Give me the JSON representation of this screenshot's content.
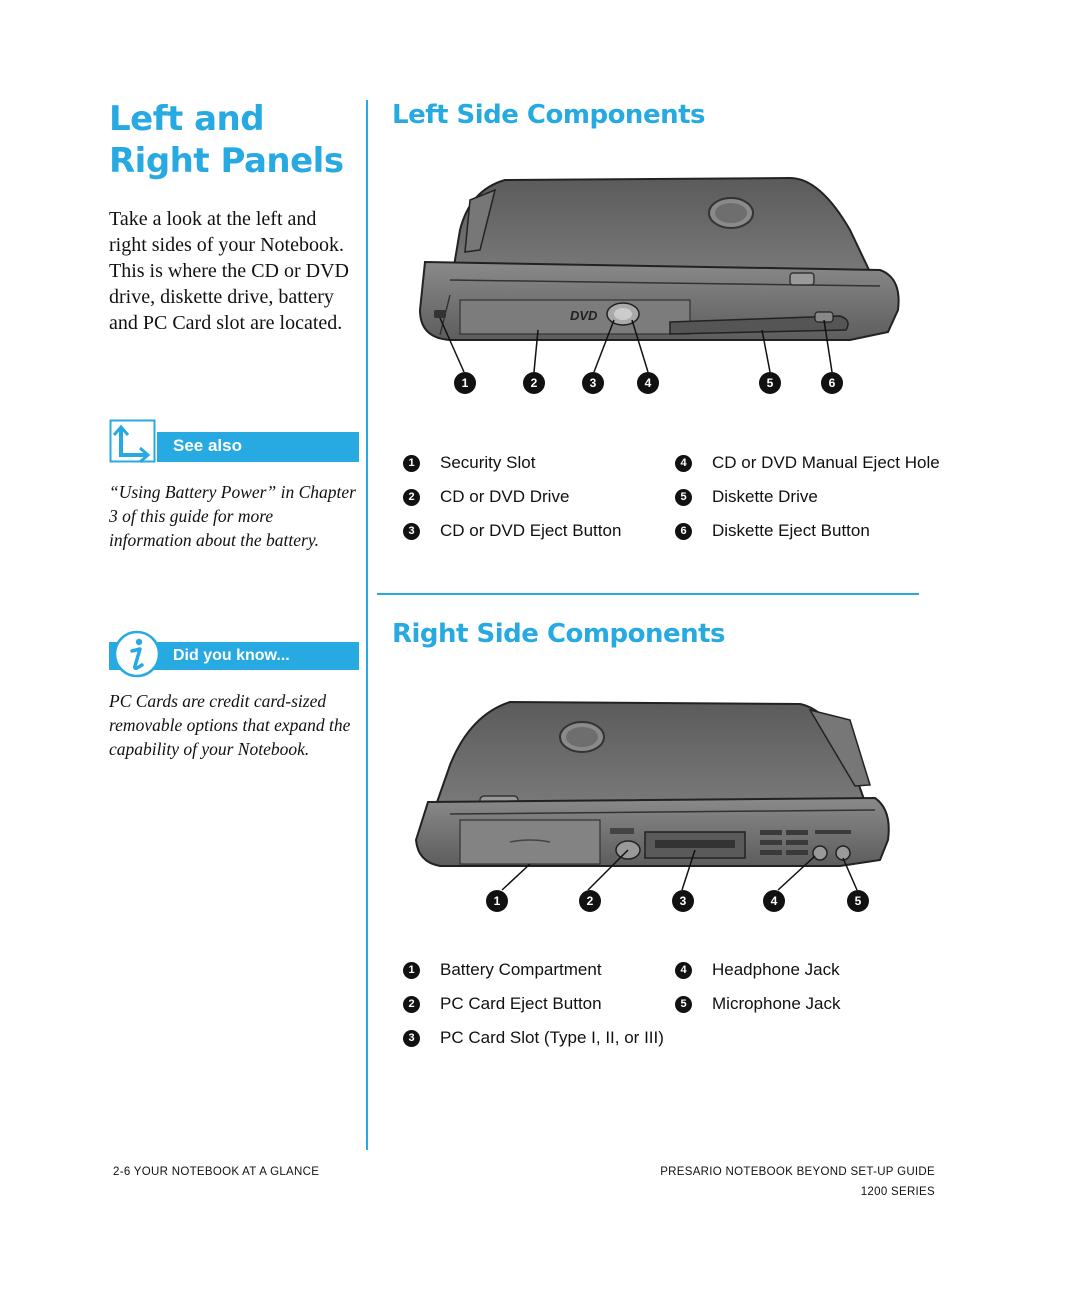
{
  "heading": {
    "line1": "Left and",
    "line2": "Right Panels"
  },
  "intro": "Take a look at the left and right sides of your Notebook. This is where the CD or DVD drive, diskette drive, battery and PC Card slot are located.",
  "see_also": {
    "label": "See also",
    "text": "“Using Battery Power” in Chapter 3 of this guide for more information about the battery."
  },
  "did_you_know": {
    "label": "Did you know...",
    "text": "PC Cards are credit card-sized removable options that expand the capability of your Notebook."
  },
  "left_section": {
    "title": "Left Side Components",
    "callouts": [
      "1",
      "2",
      "3",
      "4",
      "5",
      "6"
    ],
    "items": [
      {
        "num": "1",
        "label": "Security Slot"
      },
      {
        "num": "2",
        "label": "CD or DVD Drive"
      },
      {
        "num": "3",
        "label": "CD or DVD Eject Button"
      },
      {
        "num": "4",
        "label": "CD or DVD Manual Eject Hole"
      },
      {
        "num": "5",
        "label": "Diskette Drive"
      },
      {
        "num": "6",
        "label": "Diskette Eject Button"
      }
    ]
  },
  "right_section": {
    "title": "Right Side Components",
    "callouts": [
      "1",
      "2",
      "3",
      "4",
      "5"
    ],
    "items": [
      {
        "num": "1",
        "label": "Battery Compartment"
      },
      {
        "num": "2",
        "label": "PC Card Eject Button"
      },
      {
        "num": "3",
        "label": "PC Card Slot (Type I, II, or III)"
      },
      {
        "num": "4",
        "label": "Headphone Jack"
      },
      {
        "num": "5",
        "label": "Microphone Jack"
      }
    ]
  },
  "dvd_logo": "DVD",
  "footer": {
    "left": "2-6   YOUR NOTEBOOK AT A GLANCE",
    "right_line1": "PRESARIO NOTEBOOK BEYOND SET-UP GUIDE",
    "right_line2": "1200 SERIES"
  },
  "colors": {
    "accent": "#27a9e1",
    "device": "#6e6e6e",
    "text": "#111111"
  }
}
